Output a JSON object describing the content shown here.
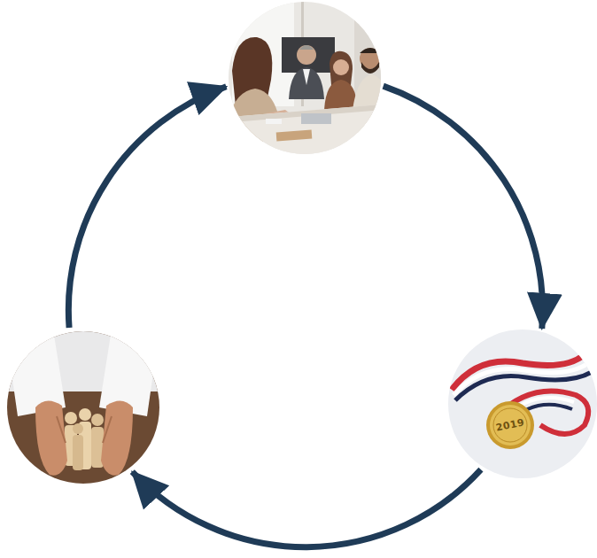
{
  "diagram": {
    "nodes": [
      {
        "text": []
      },
      {
        "text": [
          "2019"
        ]
      },
      {
        "text": []
      }
    ],
    "edges": [
      {
        "from": 0,
        "to": 1,
        "arrow": "to"
      },
      {
        "from": 1,
        "to": 2,
        "arrow": "to"
      },
      {
        "from": 2,
        "to": 0,
        "arrow": "to"
      }
    ]
  }
}
